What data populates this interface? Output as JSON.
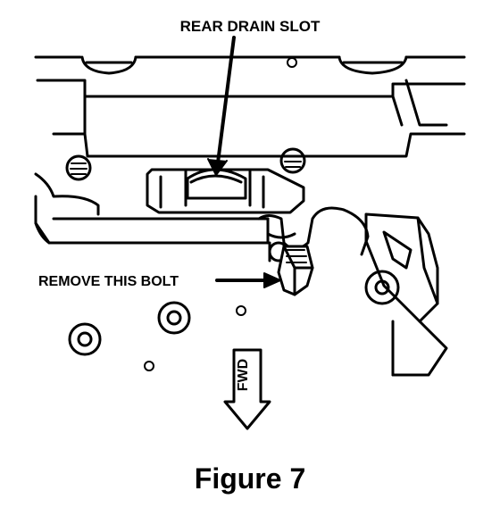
{
  "labels": {
    "rear_drain_slot": "REAR DRAIN SLOT",
    "remove_bolt": "REMOVE THIS BOLT",
    "fwd": "FWD"
  },
  "caption": "Figure 7"
}
